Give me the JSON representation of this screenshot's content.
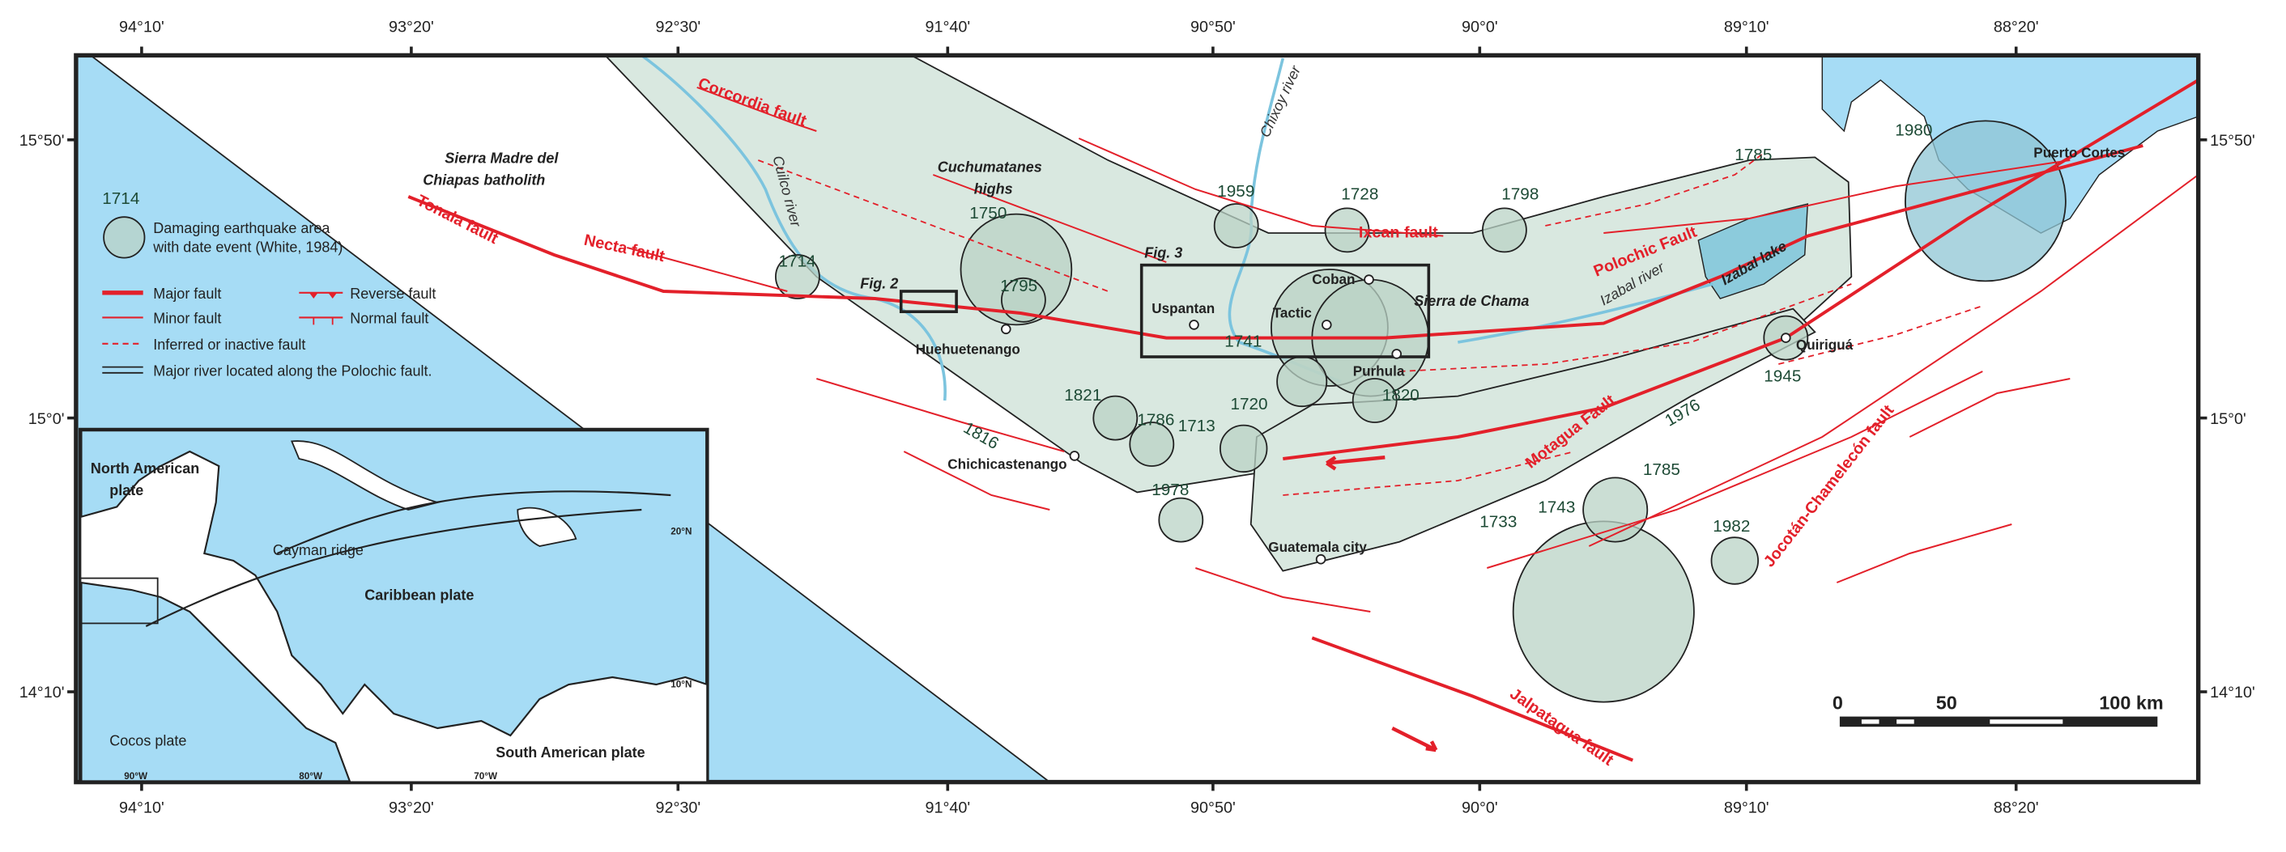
{
  "axes": {
    "top_lon": [
      "94°10'",
      "93°20'",
      "92°30'",
      "91°40'",
      "90°50'",
      "90°0'",
      "89°10'",
      "88°20'"
    ],
    "bottom_lon": [
      "94°10'",
      "93°20'",
      "92°30'",
      "91°40'",
      "90°50'",
      "90°0'",
      "89°10'",
      "88°20'"
    ],
    "left_lat": [
      "15°50'",
      "15°0'",
      "14°10'"
    ],
    "right_lat": [
      "15°50'",
      "15°0'",
      "14°10'"
    ]
  },
  "colors": {
    "sea": "#a6dcf5",
    "zone": "#d9e8e0",
    "fault": "#e3202a",
    "lake": "#8ccbdc"
  },
  "legend": {
    "sample_date": "1714",
    "eq_line1": "Damaging earthquake area",
    "eq_line2": "with date event (White, 1984)",
    "major": "Major fault",
    "minor": "Minor fault",
    "reverse": "Reverse fault",
    "normal": "Normal fault",
    "inferred": "Inferred or inactive fault",
    "river": "Major river located along the Polochic fault."
  },
  "regions": {
    "sierra_madre_1": "Sierra Madre del",
    "sierra_madre_2": "Chiapas batholith",
    "cuchumatanes_1": "Cuchumatanes",
    "cuchumatanes_2": "highs",
    "sierra_chama": "Sierra de Chama",
    "fig2": "Fig. 2",
    "fig3": "Fig. 3"
  },
  "faults": {
    "corcordia": "Corcordia fault",
    "tonala": "Tonala fault",
    "necta": "Necta fault",
    "ixcan": "Ixcan fault",
    "polochic": "Polochic Fault",
    "motagua": "Motagua Fault",
    "jocotan": "Jocotán-Chamelecón fault",
    "jalpatagua": "Jalpatagua fault"
  },
  "rivers": {
    "cuilco": "Cuilco river",
    "chixoy": "Chixoy river",
    "izabal": "Izabal river",
    "lake": "Izabal lake"
  },
  "cities": {
    "huehuetenango": "Huehuetenango",
    "chichicastenango": "Chichicastenango",
    "uspantan": "Uspantan",
    "coban": "Coban",
    "tactic": "Tactic",
    "purhula": "Purhula",
    "guatemala": "Guatemala city",
    "quirigua": "Quiriguá",
    "puerto_cortes": "Puerto Cortes"
  },
  "earthquakes": {
    "e1714": "1714",
    "e1750": "1750",
    "e1795": "1795",
    "e1959": "1959",
    "e1728": "1728",
    "e1798": "1798",
    "e1785a": "1785",
    "e1980": "1980",
    "e1741": "1741",
    "e1820": "1820",
    "e1821": "1821",
    "e1786": "1786",
    "e1720": "1720",
    "e1713": "1713",
    "e1816": "1816",
    "e1976": "1976",
    "e1945": "1945",
    "e1978": "1978",
    "e1733": "1733",
    "e1743": "1743",
    "e1785b": "1785",
    "e1982": "1982"
  },
  "inset": {
    "north_american": "North American",
    "plate_word": "plate",
    "cayman": "Cayman ridge",
    "caribbean": "Caribbean plate",
    "cocos": "Cocos plate",
    "south_american": "South American plate",
    "lat20": "20°N",
    "lat10": "10°N",
    "lon90": "90°W",
    "lon80": "80°W",
    "lon70": "70°W"
  },
  "scale": {
    "zero": "0",
    "mid": "50",
    "end": "100 km"
  }
}
